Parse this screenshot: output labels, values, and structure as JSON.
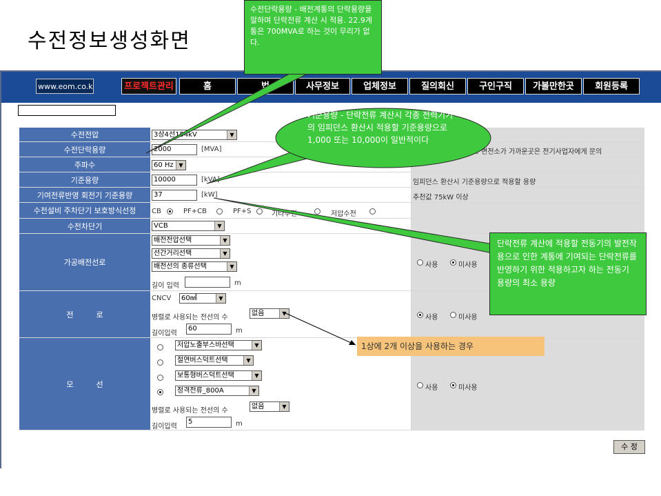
{
  "title": "수전정보생성화면",
  "nav": {
    "logo": "www.eom.co.kr",
    "items": [
      "프로젝트관리",
      "홈",
      "법",
      "사무정보",
      "업체정보",
      "질의회신",
      "구인구직",
      "가볼만한곳",
      "회원등록"
    ]
  },
  "rows": {
    "voltage": {
      "label": "수전전압",
      "select": "3상4선154kV"
    },
    "short_circuit": {
      "label": "수전단락용량",
      "value": "2000",
      "unit": "[MVA]",
      "note": "100MVA: 변전소가 가까운곳은 전기사업자에게 문의"
    },
    "frequency": {
      "label": "주파수",
      "select": "60 Hz"
    },
    "base_capacity": {
      "label": "기준용량",
      "value": "10000",
      "unit": "[kVA]",
      "note": "임피던스 환산시 기준용량으로 적용할 용량"
    },
    "motor": {
      "label": "기여전류반영 회전기 기준용량",
      "value": "37",
      "unit": "[kW]",
      "note": "추천값 75kW 이상"
    },
    "protection": {
      "label": "수전설비 주차단기 보호방식선정",
      "options": [
        "CB",
        "PF+CB",
        "PF+S",
        "기타수전",
        "저압수전"
      ]
    },
    "breaker": {
      "label": "수전차단기",
      "select": "VCB"
    },
    "overhead": {
      "label": "가공배전선로",
      "selects": [
        "배전전압선택",
        "선간거리선택",
        "배전선의 종류선택"
      ],
      "length_label": "길이 입력",
      "length_unit": "m",
      "use": "사용",
      "nouse": "미사용"
    },
    "cable": {
      "label": "전　　　로",
      "type": "CNCV",
      "size": "60㎟",
      "parallel_label": "병렬로 사용되는 전선의 수",
      "parallel": "없음",
      "length_label": "길이입력",
      "length": "60",
      "length_unit": "m",
      "use": "사용",
      "nouse": "미사용"
    },
    "busway": {
      "label": "모　　　선",
      "selects": [
        "저압노출부스바선택",
        "절연버스덕트선택",
        "보통형버스덕트선택",
        "정격전류_800A"
      ],
      "parallel_label": "병렬로 사용되는 전선의 수",
      "parallel": "없음",
      "length_label": "길이입력",
      "length": "5",
      "length_unit": "m",
      "use": "사용",
      "nouse": "미사용"
    }
  },
  "callouts": {
    "short_circuit": "수전단락용량 - 배전계통의 단락용량을 말하며 단락전류 계산 시 적용. 22.9계통은 700MVA로 하는 것이 무리가 없다.",
    "base_capacity": "기준용량 - 단락전류 계산시 각종 전력기기의 임피던스 환산시 적용할 기준용량으로 1,000 또는 10,000이 일반적이다",
    "motor": "단락전류 계산에 적용할 전동기의 발전작용으로 인한 계통에 기여되는 단락전류를 반영하기 위한 적용하고자 하는 전동기 용량의 최소 용량",
    "parallel": "1상에 2개 이상을 사용하는 경우"
  },
  "save_button": "수 정"
}
